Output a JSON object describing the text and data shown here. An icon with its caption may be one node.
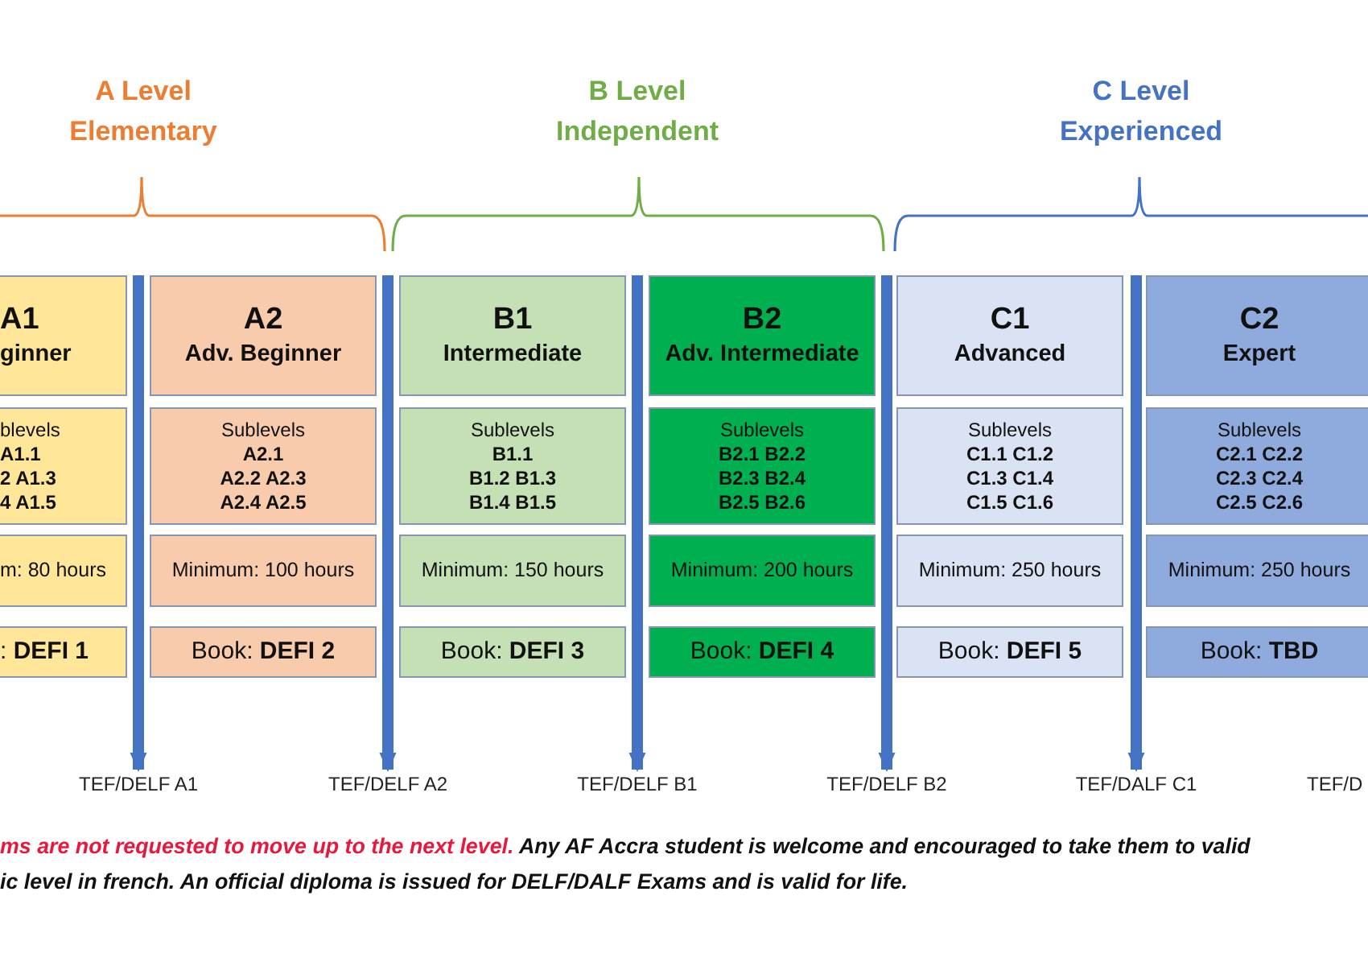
{
  "diagram": {
    "nodes": [
      {
        "text": [
          "A1",
          "ginner"
        ]
      },
      {
        "text": [
          "blevels",
          "A1.1",
          "2 A1.3",
          "4 A1.5"
        ]
      },
      {
        "text": [
          "m: 80 hours"
        ]
      },
      {
        "text": [
          ": **DEFI 1**"
        ]
      },
      {
        "text": [
          "A2",
          "Adv. Beginner"
        ]
      },
      {
        "text": [
          "Sublevels",
          "A2.1",
          "A2.2 A2.3",
          "A2.4 A2.5"
        ]
      },
      {
        "text": [
          "Minimum: 100 hours"
        ]
      },
      {
        "text": [
          "Book: **DEFI 2**"
        ]
      },
      {
        "text": [
          "B1",
          "Intermediate"
        ]
      },
      {
        "text": [
          "Sublevels",
          "B1.1",
          "B1.2 B1.3",
          "B1.4 B1.5"
        ]
      },
      {
        "text": [
          "Minimum: 150 hours"
        ]
      },
      {
        "text": [
          "Book: **DEFI 3**"
        ]
      },
      {
        "text": [
          "B2",
          "Adv. Intermediate"
        ]
      },
      {
        "text": [
          "Sublevels",
          "B2.1 B2.2",
          "B2.3 B2.4",
          "B2.5 B2.6"
        ]
      },
      {
        "text": [
          "Minimum: 200 hours"
        ]
      },
      {
        "text": [
          "Book: **DEFI 4**"
        ]
      },
      {
        "text": [
          "C1",
          "Advanced"
        ]
      },
      {
        "text": [
          "Sublevels",
          "C1.1 C1.2",
          "C1.3 C1.4",
          "C1.5 C1.6"
        ]
      },
      {
        "text": [
          "Minimum: 250 hours"
        ]
      },
      {
        "text": [
          "Book: **DEFI 5**"
        ]
      },
      {
        "text": [
          "C2",
          "Expert"
        ]
      },
      {
        "text": [
          "Sublevels",
          "C2.1 C2.2",
          "C2.3 C2.4",
          "C2.5 C2.6"
        ]
      },
      {
        "text": [
          "Minimum: 250 hours"
        ]
      },
      {
        "text": [
          "Book: **TBD**"
        ]
      },
      {
        "text": [
          "TEF/DELF A1"
        ]
      },
      {
        "text": [
          "TEF/DELF A2"
        ]
      },
      {
        "text": [
          "TEF/DELF B1"
        ]
      },
      {
        "text": [
          "TEF/DELF B2"
        ]
      },
      {
        "text": [
          "TEF/DALF C1"
        ]
      }
    ],
    "edges": [
      {
        "from": 0,
        "to": 24,
        "arrow": "to"
      },
      {
        "from": 4,
        "to": 25,
        "arrow": "to"
      },
      {
        "from": 8,
        "to": 26,
        "arrow": "to"
      },
      {
        "from": 12,
        "to": 27,
        "arrow": "to"
      },
      {
        "from": 16,
        "to": 28,
        "arrow": "to"
      }
    ],
    "labels": [
      "A Level Elementary",
      "B Level Independent",
      "C Level Experienced",
      "TEF/D",
      "ms are not requested to move up to the next level.",
      "Any AF Accra student is welcome and encouraged to take them to valid",
      "ic level in french. An official diploma is issued for DELF/DALF Exams and is valid for life."
    ]
  }
}
